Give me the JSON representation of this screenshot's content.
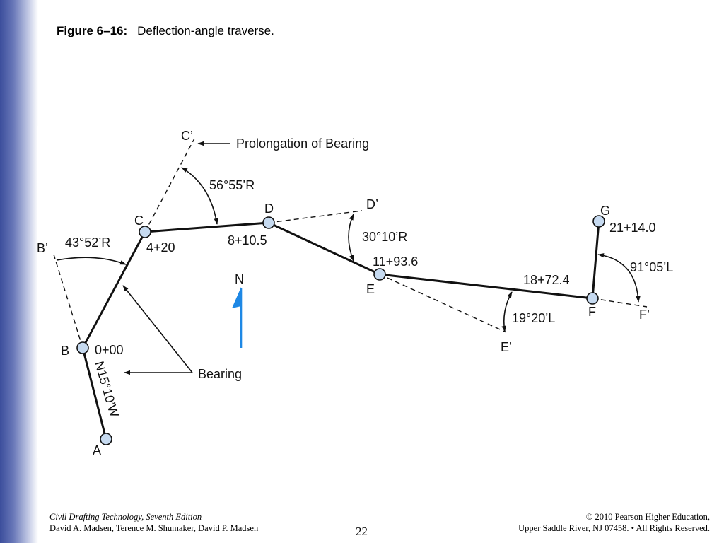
{
  "title": {
    "figure_number": "Figure 6–16:",
    "caption": "Deflection-angle traverse."
  },
  "diagram": {
    "points": {
      "a": "A",
      "b": "B",
      "c": "C",
      "d": "D",
      "e": "E",
      "f": "F",
      "g": "G",
      "b_prime": "B’",
      "c_prime": "C’",
      "d_prime": "D’",
      "e_prime": "E’",
      "f_prime": "F’"
    },
    "stations": {
      "b": "0+00",
      "c": "4+20",
      "d": "8+10.5",
      "e": "11+93.6",
      "f": "18+72.4",
      "g": "21+14.0"
    },
    "angles": {
      "b": "43°52’R",
      "c": "56°55’R",
      "d": "30°10’R",
      "e": "19°20’L",
      "f": "91°05’L"
    },
    "bearing_ab": "N15°10’W",
    "labels": {
      "prolongation": "Prolongation of Bearing",
      "bearing": "Bearing",
      "north": "N"
    },
    "colors": {
      "line": "#111111",
      "station_fill": "#c6daf0",
      "north_arrow": "#1e88e5"
    }
  },
  "footer": {
    "book_title": "Civil Drafting Technology, Seventh Edition",
    "authors": "David A. Madsen, Terence M. Shumaker, David P. Madsen",
    "page_number": "22",
    "copyright": "© 2010 Pearson Higher Education,",
    "address": "Upper Saddle River, NJ 07458. • All Rights Reserved."
  }
}
